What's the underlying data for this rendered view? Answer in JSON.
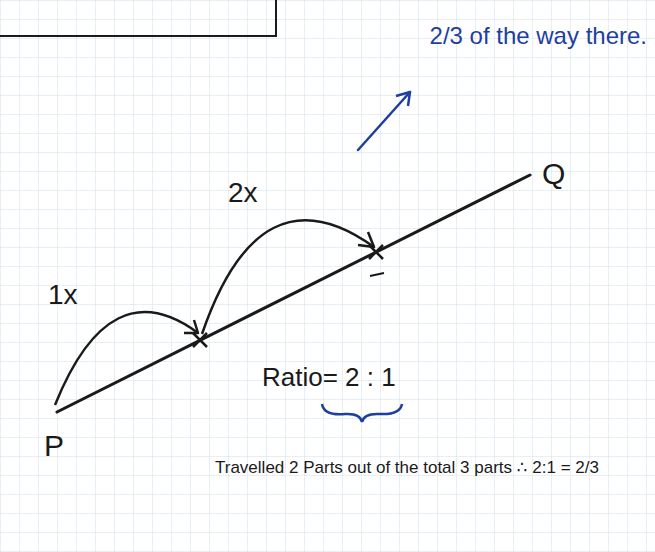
{
  "diagram": {
    "labels": [
      "2/3 of the way there.",
      "1x",
      "2x",
      "Q",
      "P",
      "Ratio= 2 : 1",
      "Travelled 2 Parts out of the total 3 parts ∴ 2:1 = 2/3"
    ]
  }
}
